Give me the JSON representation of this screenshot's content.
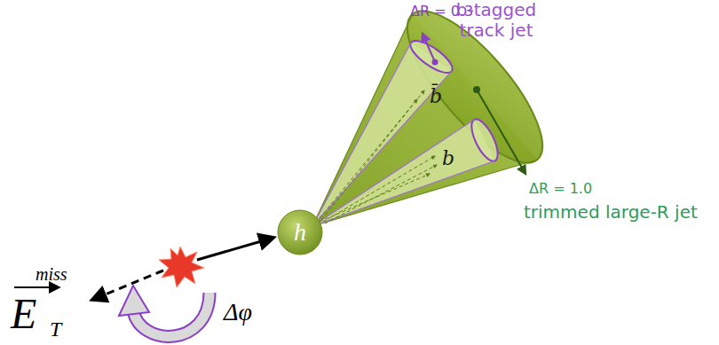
{
  "diagram": {
    "nodes": [
      {
        "text": [
          "h"
        ]
      }
    ],
    "labels": [
      "ΔR = 0.3",
      "b-tagged track jet",
      "ΔR = 1.0",
      "trimmed large-R jet",
      "b̄",
      "b",
      "E",
      "miss",
      "T",
      "Δφ"
    ]
  }
}
